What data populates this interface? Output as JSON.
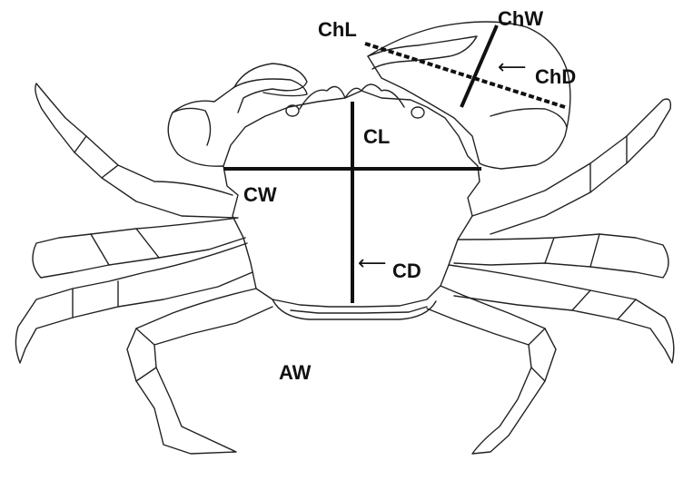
{
  "labels": {
    "chl": "ChL",
    "chw": "ChW",
    "chd": "ChD",
    "cl": "CL",
    "cw": "CW",
    "cd": "CD",
    "aw": "AW"
  },
  "colors": {
    "ink": "#111111",
    "background": "#ffffff"
  },
  "icons": {
    "measure_arrow": "left-arrow-icon"
  }
}
